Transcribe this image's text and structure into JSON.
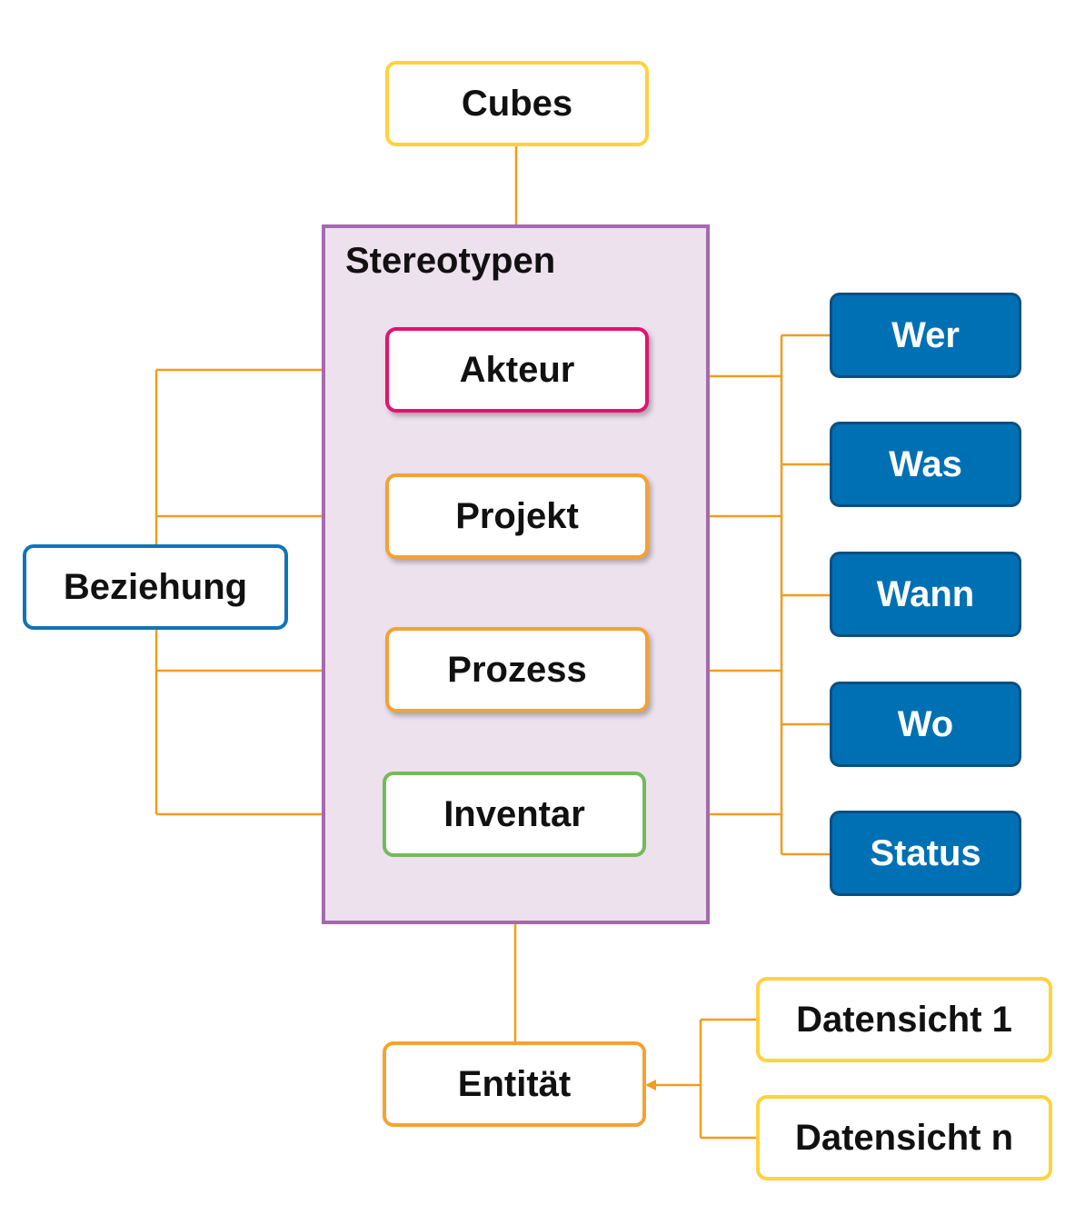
{
  "colors": {
    "connector": "#F39C1F",
    "container_fill": "#EDE1EE",
    "container_border": "#A46AAE",
    "yellow_border": "#FFD23F",
    "pink_border": "#E0146E",
    "orange_border": "#F4A234",
    "green_border": "#73BB5A",
    "blue_border": "#1174B8",
    "blue_fill": "#0070B4"
  },
  "top": {
    "cubes": "Cubes"
  },
  "container": {
    "title": "Stereotypen"
  },
  "stereotypes": {
    "akteur": "Akteur",
    "projekt": "Projekt",
    "prozess": "Prozess",
    "inventar": "Inventar"
  },
  "relation": {
    "beziehung": "Beziehung"
  },
  "dimensions": {
    "wer": "Wer",
    "was": "Was",
    "wann": "Wann",
    "wo": "Wo",
    "status": "Status"
  },
  "bottom": {
    "entitaet": "Entität",
    "datensicht_1": "Datensicht 1",
    "datensicht_n": "Datensicht n"
  }
}
